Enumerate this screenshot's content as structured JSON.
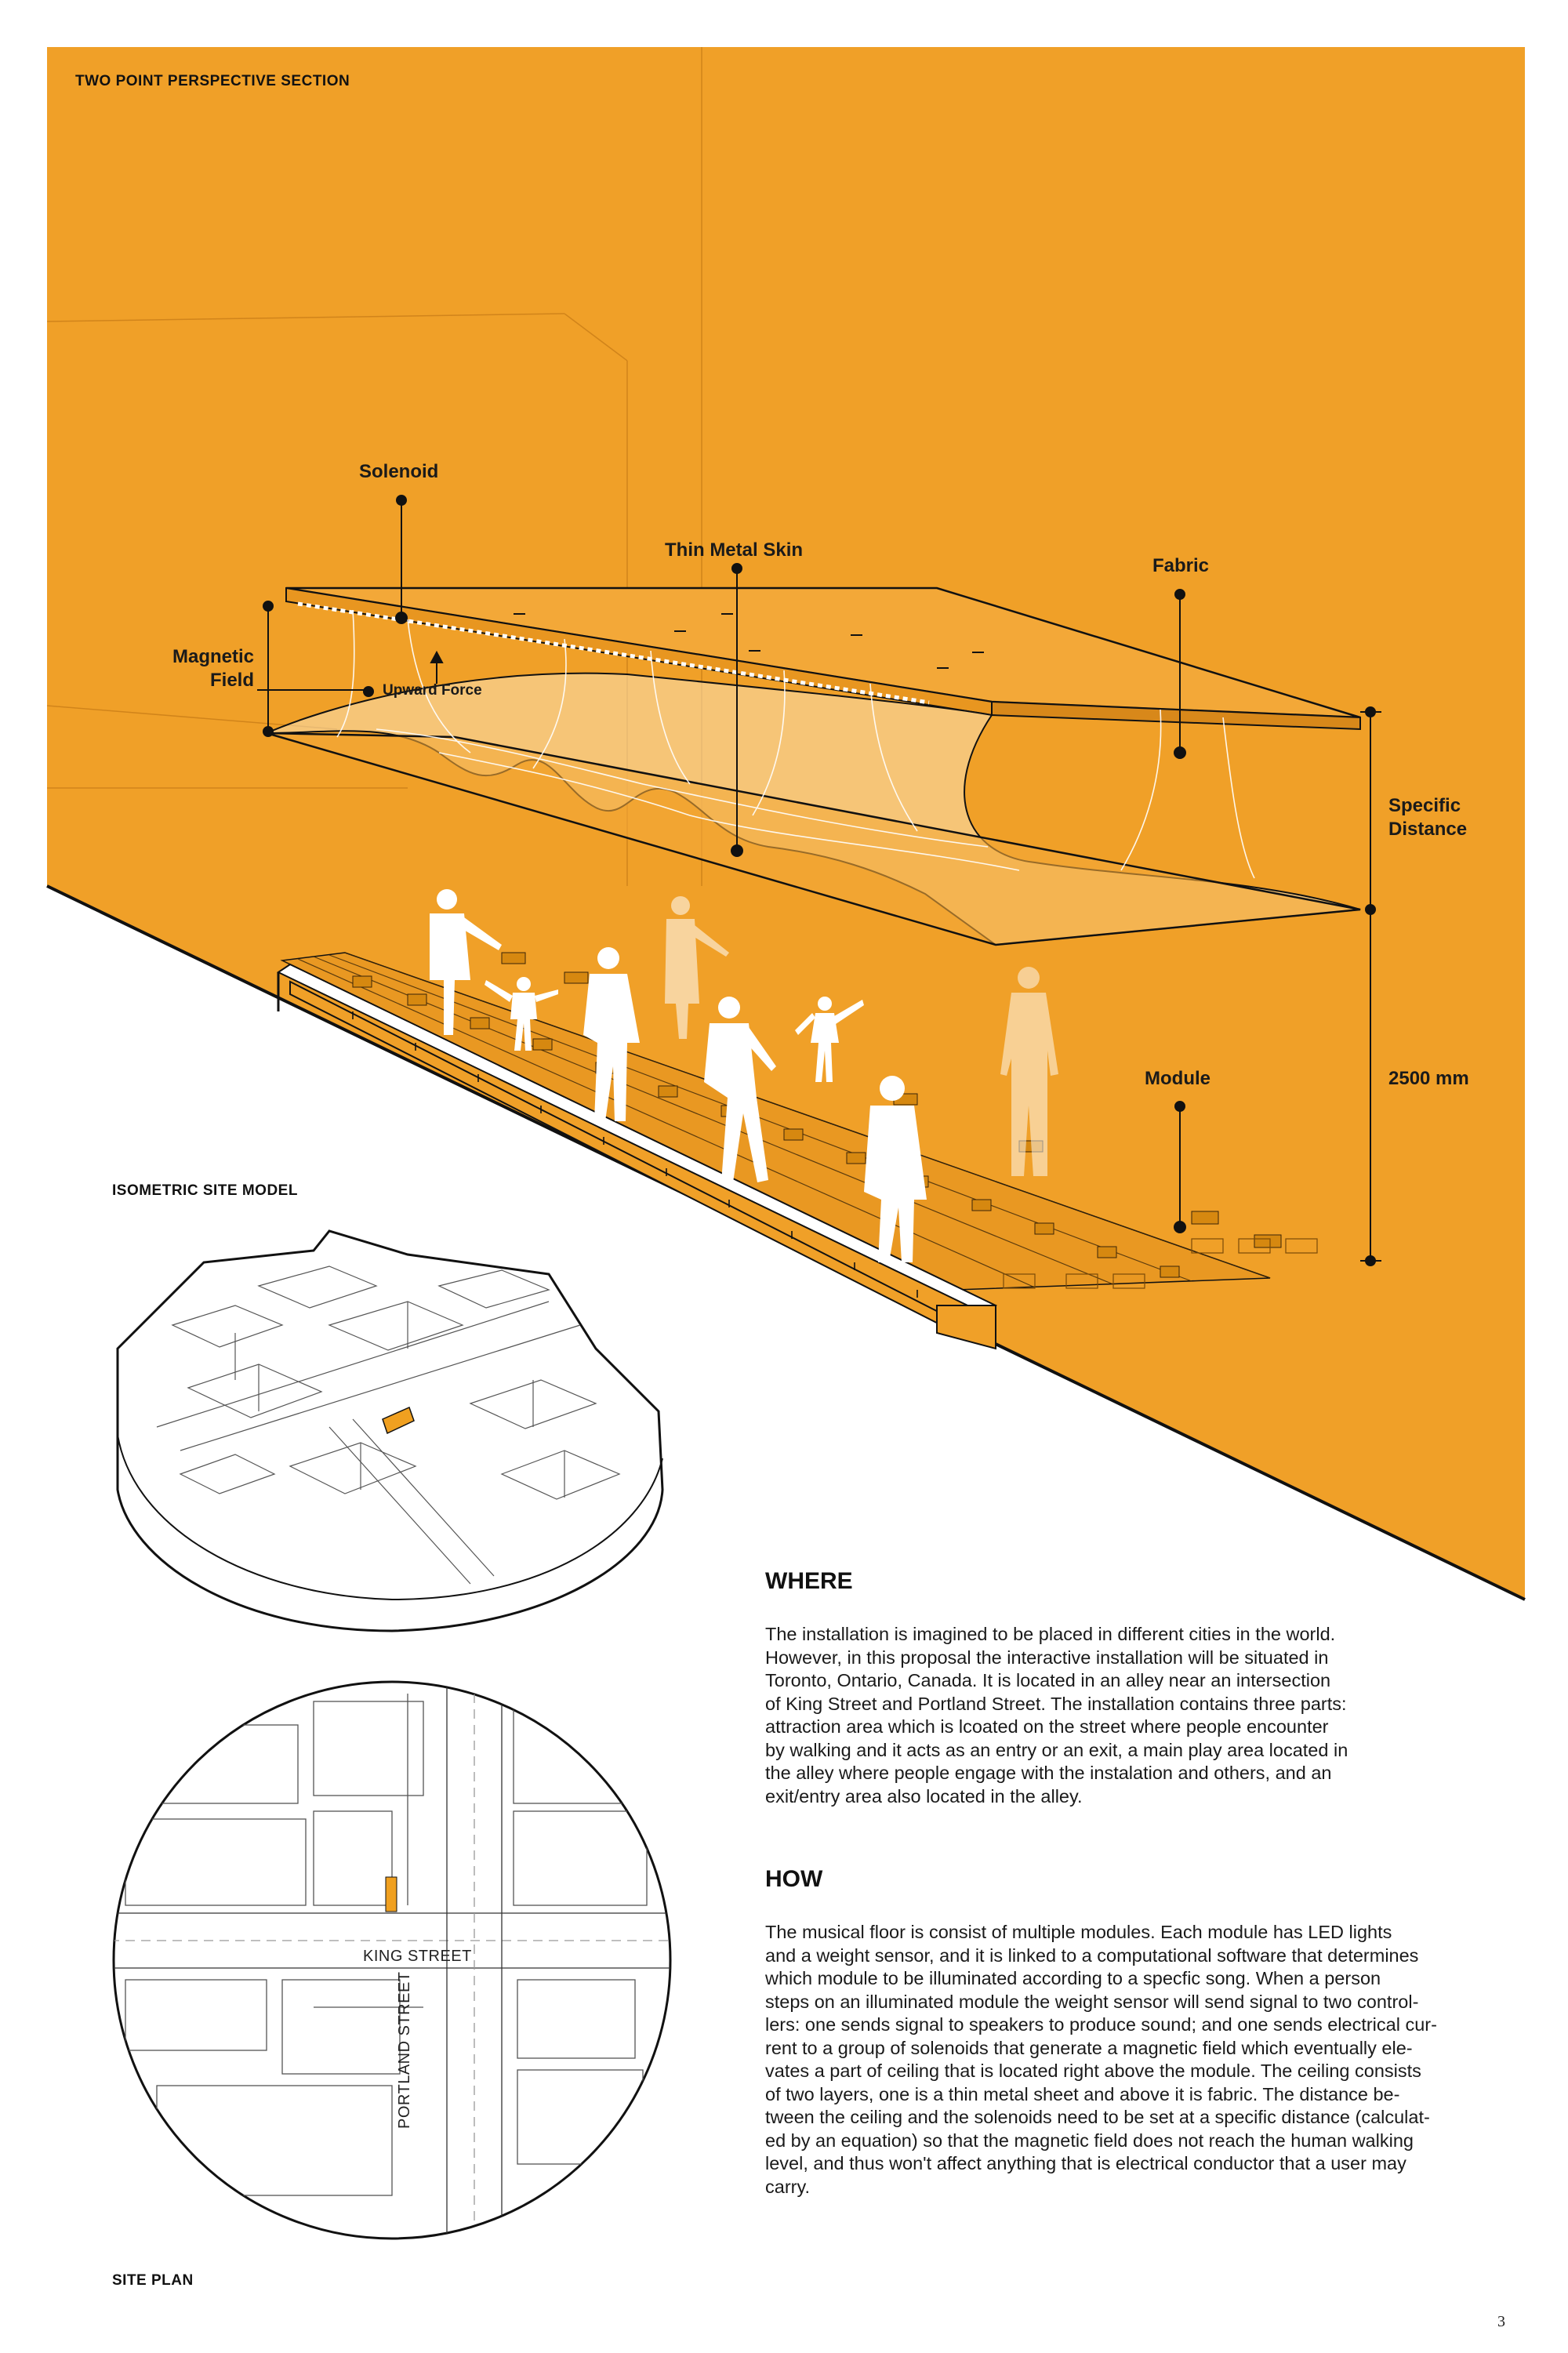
{
  "section_title": "TWO POINT PERSPECTIVE SECTION",
  "labels": {
    "solenoid": "Solenoid",
    "thin_metal_skin": "Thin Metal Skin",
    "fabric": "Fabric",
    "magnetic_field": [
      "Magnetic",
      "Field"
    ],
    "upward_force": "Upward Force",
    "specific_distance": [
      "Specific",
      "Distance"
    ],
    "module": "Module",
    "height": "2500 mm"
  },
  "isometric_title": "ISOMETRIC SITE MODEL",
  "site_plan_title": "SITE PLAN",
  "streets": {
    "king": "KING STREET",
    "portland": "PORTLAND STREET"
  },
  "where": {
    "heading": "WHERE",
    "lines": [
      "The installation is imagined to be placed in different cities in the world.",
      "However, in this proposal the interactive installation will be situated in",
      "Toronto, Ontario, Canada. It is located in an alley near an intersection",
      "of King Street and Portland Street. The installation contains three parts:",
      "attraction area which is lcoated on the street where people encounter",
      "by walking and it acts as an entry or an exit, a main play area located in",
      "the alley where people engage with the instalation and others, and an",
      "exit/entry area also located in the alley."
    ]
  },
  "how": {
    "heading": "HOW",
    "lines": [
      "The musical floor is consist of multiple modules. Each module has LED lights",
      "and a weight sensor, and it is linked to a computational software that determines",
      "which module to be illuminated according to a specfic song. When a person",
      "steps on an illuminated module the weight sensor will send signal to two control-",
      "lers: one sends signal to speakers to produce sound; and one sends electrical cur-",
      "rent to a group of solenoids that generate a magnetic field which eventually ele-",
      "vates a part of ceiling that is located right above the module. The ceiling consists",
      "of two layers, one is a thin metal sheet and above it is fabric. The distance be-",
      "tween the ceiling and the solenoids need to be set at a specific distance (calculat-",
      "ed by an equation) so that the magnetic field does not reach the human walking",
      "level, and thus won't affect anything that is electrical conductor that a user may",
      "carry."
    ]
  },
  "page_number": "3",
  "colors": {
    "orange": "#f0a028",
    "orange_dark": "#c87810",
    "ink": "#1a1a1a",
    "fabric": "#fbe3b8",
    "highlight": "#f0a020"
  }
}
